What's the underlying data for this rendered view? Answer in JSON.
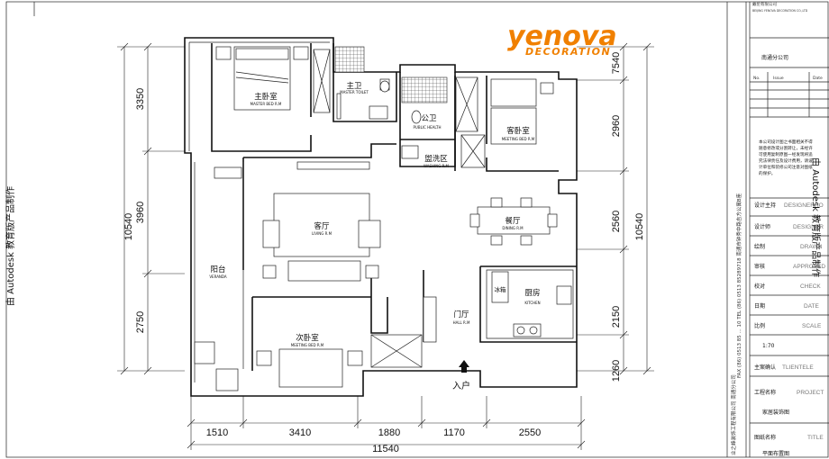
{
  "watermark_left": "由 Autodesk 教育版产品制作",
  "watermark_right": "由 Autodesk 教育版产品制作",
  "logo": {
    "main": "yenova",
    "sub": "DECORATION",
    "color": "#f08000"
  },
  "rooms": {
    "master_bed": {
      "cn": "主卧室",
      "en": "MASTER BED R.M"
    },
    "master_toilet": {
      "cn": "主卫",
      "en": "MASTER TOILET"
    },
    "public_toilet": {
      "cn": "公卫",
      "en": "PUBLIC HEALTH"
    },
    "guest_bed": {
      "cn": "客卧室",
      "en": "MEETING BED R.M"
    },
    "washing": {
      "cn": "盥洗区",
      "en": "WASHING R.M"
    },
    "living": {
      "cn": "客厅",
      "en": "LIVING R.M"
    },
    "dining": {
      "cn": "餐厅",
      "en": "DINING R.M"
    },
    "veranda": {
      "cn": "阳台",
      "en": "VERANDA"
    },
    "kitchen": {
      "cn": "厨房",
      "en": "KITCHEN"
    },
    "fridge": {
      "cn": "冰箱"
    },
    "hall": {
      "cn": "门厅",
      "en": "HALL R.M"
    },
    "second_bed": {
      "cn": "次卧室",
      "en": "MEETING BED R.M"
    }
  },
  "entry_label": "入户",
  "dimensions": {
    "left_outer": "10540",
    "left_parts": [
      "3350",
      "3960",
      "2750"
    ],
    "right_parts": [
      "7540",
      "2960",
      "2560",
      "2150",
      "1260"
    ],
    "right_outer": "10540",
    "bottom_parts": [
      "1510",
      "3410",
      "1880",
      "1170",
      "2550"
    ],
    "bottom_total": "11540"
  },
  "title_block": {
    "company_small": "戴伦有限公司",
    "company_en": "BEIJING YENOVA DECORATION CO.,LTD",
    "branch": "南通分公司",
    "no_label": "No.",
    "issue_label": "Issue",
    "date_label": "Date",
    "side_contact": "FAX (86) 0513 85 ... 10   TEL (86) 0513 85289718   南通市钟秀中路吉方公寓B座",
    "side_company": "业之峰装饰工程有限公司  南通分公司",
    "note": "本公司设计图之书面相关不得随意修改或分割转让，未经许可使用复制原图一经发现将追究法律责任及设计费用，请设计单位和装修公司注意对图纸的保护。",
    "rows": [
      {
        "cn": "设计主持",
        "en": "DESIGNERHO"
      },
      {
        "cn": "设计师",
        "en": "DESIGNER"
      },
      {
        "cn": "绘制",
        "en": "DRAWN"
      },
      {
        "cn": "审核",
        "en": "APPROVED"
      },
      {
        "cn": "校对",
        "en": "CHECK"
      },
      {
        "cn": "日期",
        "en": "DATE"
      },
      {
        "cn": "比例",
        "en": "SCALE"
      },
      {
        "cn": "",
        "en": "1:70"
      },
      {
        "cn": "主案确认",
        "en": "TLIENTELE"
      },
      {
        "cn": "工程名称",
        "en": "PROJECT"
      },
      {
        "cn": "",
        "en": "家居装饰图"
      },
      {
        "cn": "图纸名称",
        "en": "TITLE"
      }
    ],
    "drawing_title": "平面布置图"
  }
}
